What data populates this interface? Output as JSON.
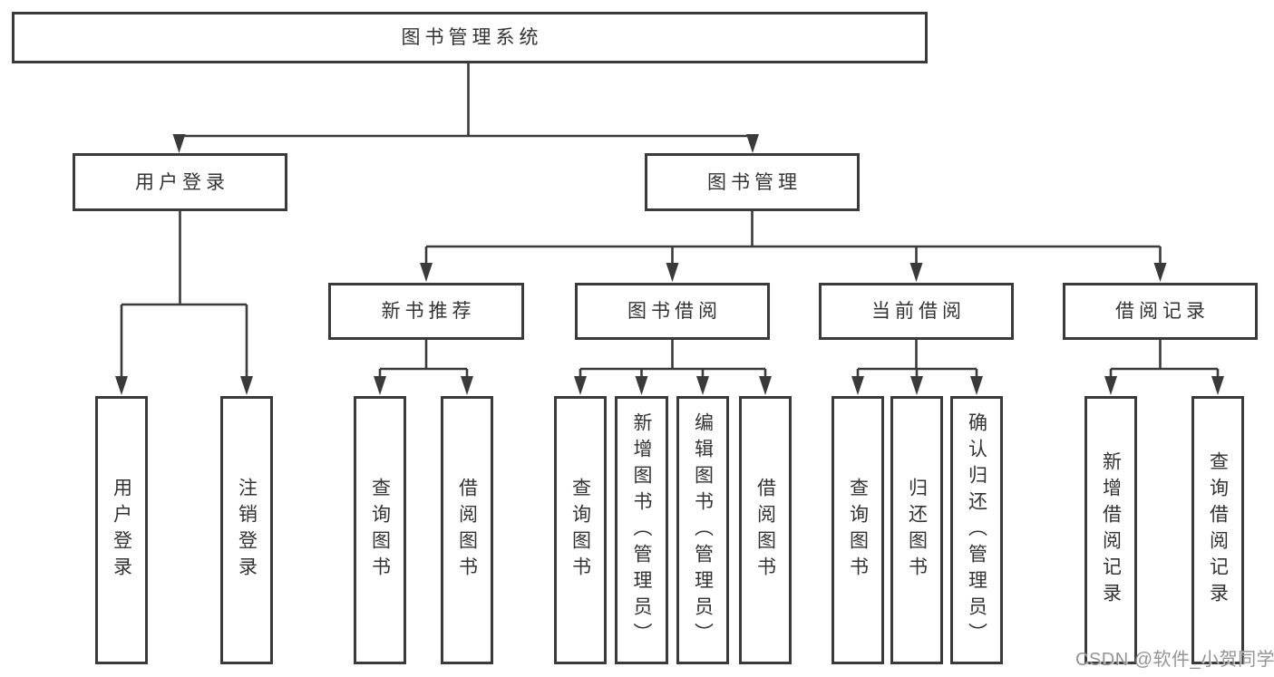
{
  "nodes": {
    "root": "图书管理系统",
    "user_login": "用户登录",
    "book_mgmt": "图书管理",
    "new_book_rec": "新书推荐",
    "book_borrow": "图书借阅",
    "current_borrow": "当前借阅",
    "borrow_records": "借阅记录",
    "leaf_user_login": "用户登录",
    "leaf_logout": "注销登录",
    "leaf_query_book_rec": "查询图书",
    "leaf_borrow_book_rec": "借阅图书",
    "leaf_query_book_borrow": "查询图书",
    "leaf_add_book_admin": "新增图书（管理员）",
    "leaf_edit_book_admin": "编辑图书（管理员）",
    "leaf_borrow_book_borrow": "借阅图书",
    "leaf_query_book_current": "查询图书",
    "leaf_return_book": "归还图书",
    "leaf_confirm_return_admin": "确认归还（管理员）",
    "leaf_add_borrow_record": "新增借阅记录",
    "leaf_query_borrow_record": "查询借阅记录"
  },
  "hierarchy": {
    "图书管理系统": {
      "用户登录": [
        "用户登录",
        "注销登录"
      ],
      "图书管理": {
        "新书推荐": [
          "查询图书",
          "借阅图书"
        ],
        "图书借阅": [
          "查询图书",
          "新增图书（管理员）",
          "编辑图书（管理员）",
          "借阅图书"
        ],
        "当前借阅": [
          "查询图书",
          "归还图书",
          "确认归还（管理员）"
        ],
        "借阅记录": [
          "新增借阅记录",
          "查询借阅记录"
        ]
      }
    }
  },
  "watermark": "CSDN @软件_小贺同学",
  "colors": {
    "line": "#3a3a3a",
    "box_border": "#3a3a3a",
    "text": "#333333",
    "background": "#ffffff",
    "watermark": "#949494"
  }
}
